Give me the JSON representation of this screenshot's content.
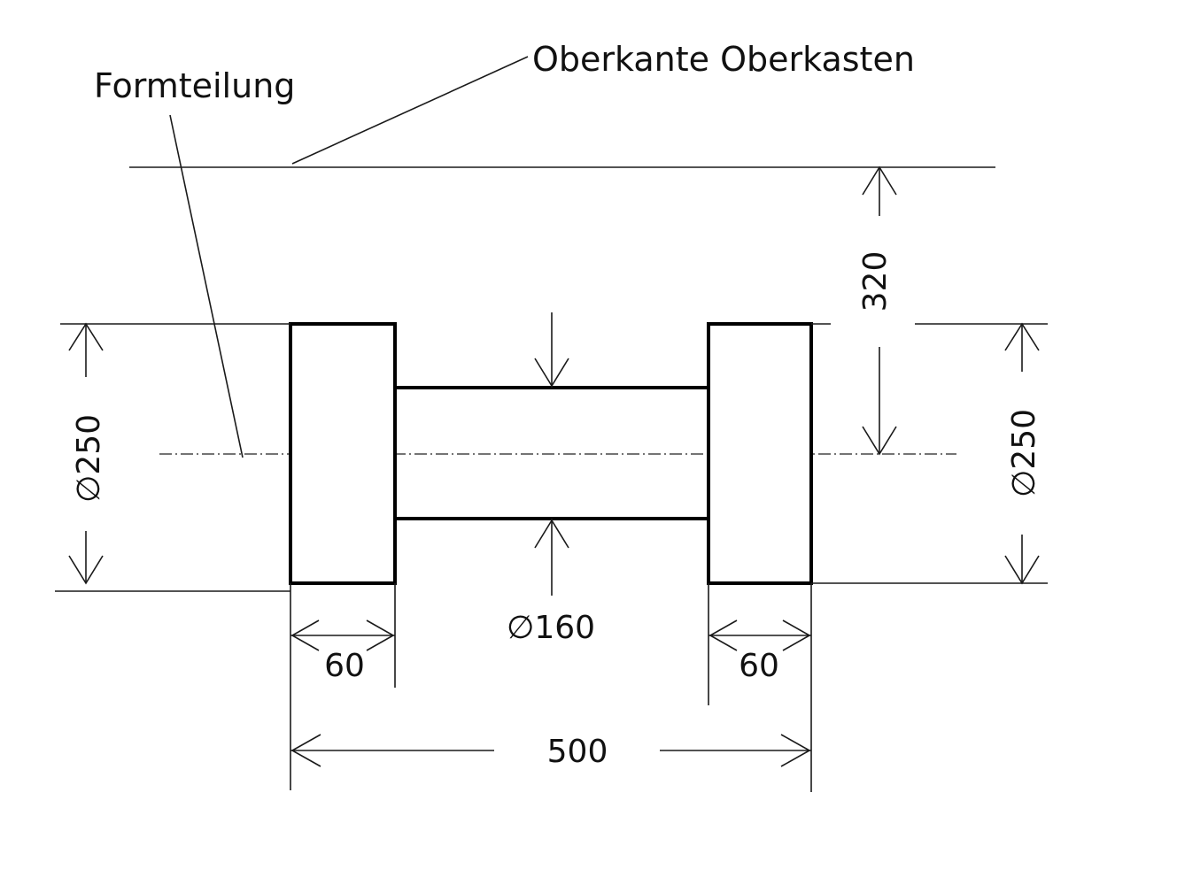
{
  "labels": {
    "parting_line": "Formteilung",
    "top_edge": "Oberkante Oberkasten"
  },
  "dimensions": {
    "height_to_top": "320",
    "left_flange_diameter": "∅250",
    "right_flange_diameter": "∅250",
    "shaft_diameter": "∅160",
    "left_flange_width": "60",
    "right_flange_width": "60",
    "total_length": "500"
  },
  "colors": {
    "line": "#000000",
    "background": "#ffffff"
  }
}
